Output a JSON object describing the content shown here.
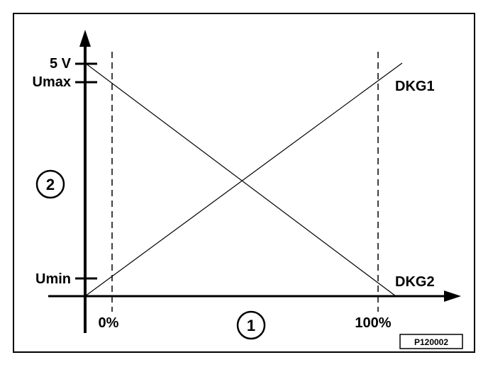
{
  "y_axis": {
    "label_5v": "5 V",
    "label_umax": "Umax",
    "label_umin": "Umin"
  },
  "x_axis": {
    "label_start": "0%",
    "label_end": "100%"
  },
  "curves": {
    "dkg1": "DKG1",
    "dkg2": "DKG2"
  },
  "markers": {
    "x_axis_marker": "1",
    "y_axis_marker": "2"
  },
  "reference": "P120002",
  "colors": {
    "ink": "#000000",
    "background": "#ffffff"
  }
}
